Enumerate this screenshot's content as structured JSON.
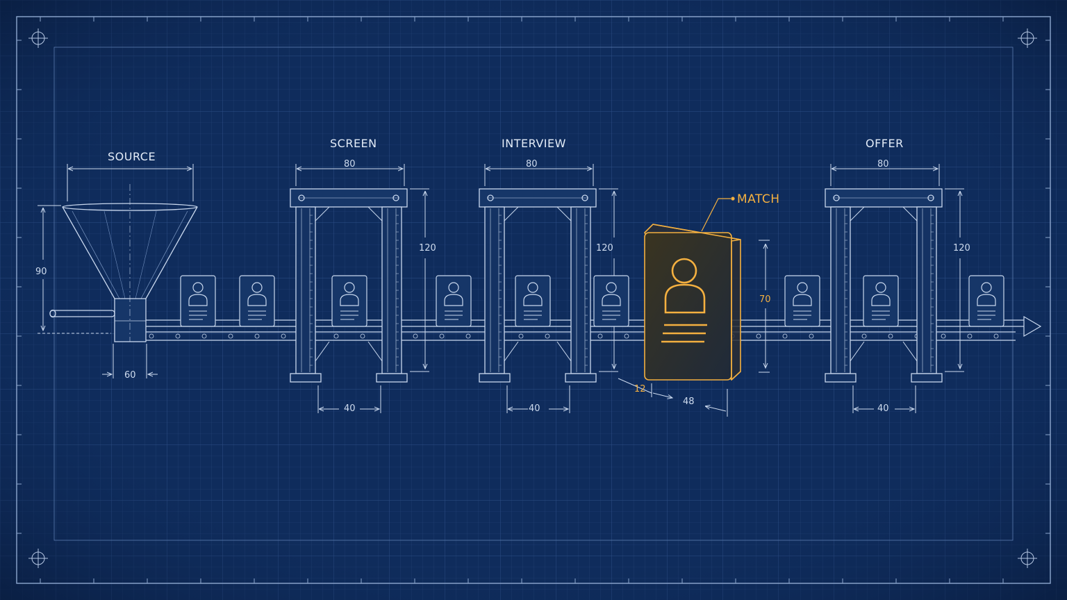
{
  "colors": {
    "background": "#0f2c5c",
    "line": "#c9d8ee",
    "highlight": "#f4b040"
  },
  "stages": [
    {
      "id": "source",
      "label": "SOURCE",
      "width_dim": "",
      "height_dim": "90",
      "neck_dim": "60"
    },
    {
      "id": "screen",
      "label": "SCREEN",
      "width_dim": "80",
      "height_dim": "120",
      "gap_dim": "40"
    },
    {
      "id": "interview",
      "label": "INTERVIEW",
      "width_dim": "80",
      "height_dim": "120",
      "gap_dim": "40"
    },
    {
      "id": "offer",
      "label": "OFFER",
      "width_dim": "80",
      "height_dim": "120",
      "gap_dim": "40"
    }
  ],
  "match": {
    "label": "MATCH",
    "height_dim": "70",
    "depth_dim": "12",
    "width_dim": "48"
  },
  "icons": {
    "candidate": "person-card-icon",
    "funnel": "funnel-icon",
    "gate": "gate-frame-icon",
    "registration": "crosshair-icon"
  }
}
